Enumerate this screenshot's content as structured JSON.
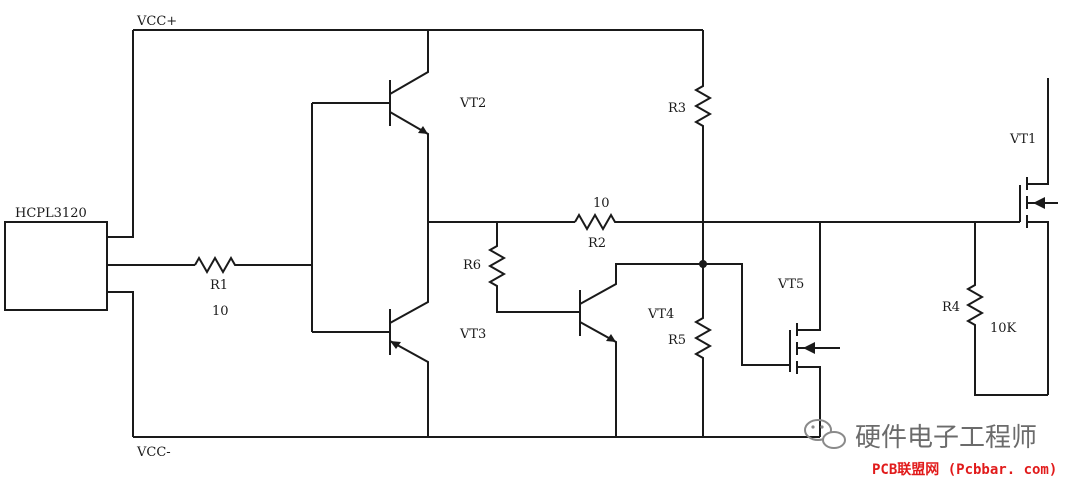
{
  "labels": {
    "vcc_plus": "VCC+",
    "vcc_minus": "VCC-",
    "ic": "HCPL3120",
    "r1": "R1",
    "r1_value": "10",
    "r2": "R2",
    "r2_value": "10",
    "r3": "R3",
    "r4": "R4",
    "r4_value": "10K",
    "r5": "R5",
    "r6": "R6",
    "vt1": "VT1",
    "vt2": "VT2",
    "vt3": "VT3",
    "vt4": "VT4",
    "vt5": "VT5"
  },
  "watermark": {
    "title": "硬件电子工程师",
    "source": "PCB联盟网 (Pcbbar. com)"
  }
}
